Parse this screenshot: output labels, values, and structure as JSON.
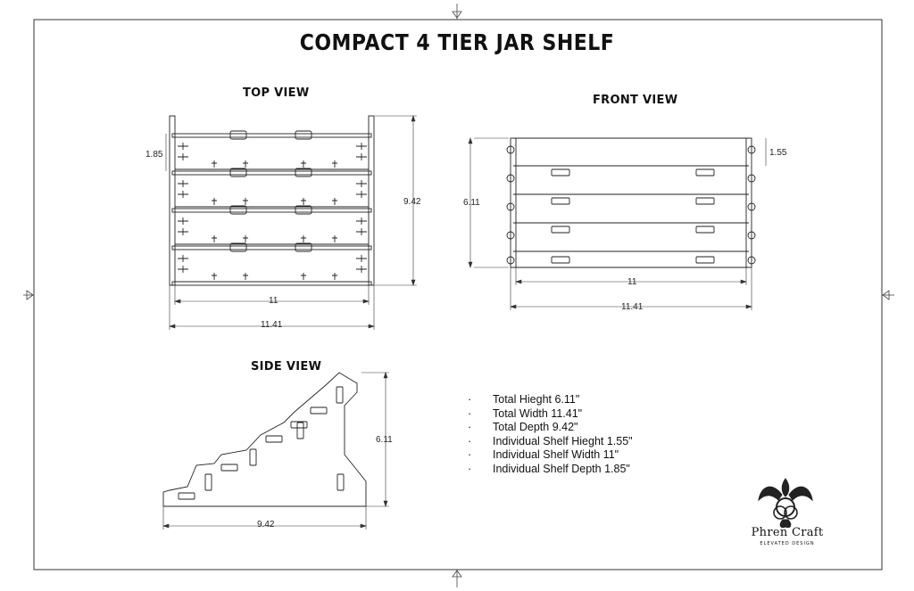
{
  "title": "COMPACT 4 TIER JAR SHELF",
  "views": {
    "top": "TOP VIEW",
    "front": "FRONT VIEW",
    "side": "SIDE VIEW"
  },
  "dimensions": {
    "top_shelf_depth": "1.85",
    "top_total_depth": "9.42",
    "top_inner_width": "11",
    "top_total_width": "11.41",
    "front_total_height": "6.11",
    "front_shelf_height": "1.55",
    "front_inner_width": "11",
    "front_total_width": "11.41",
    "side_total_height": "6.11",
    "side_total_depth": "9.42"
  },
  "specs": [
    "Total Hieght  6.11\"",
    "Total Width  11.41\"",
    "Total Depth 9.42\"",
    "Individual Shelf Hieght 1.55\"",
    "Individual Shelf Width 11\"",
    "Individual Shelf Depth 1.85\""
  ],
  "bullet": "·",
  "brand": {
    "name": "Phren Craft",
    "tagline": "ELEVATED DESIGN"
  }
}
